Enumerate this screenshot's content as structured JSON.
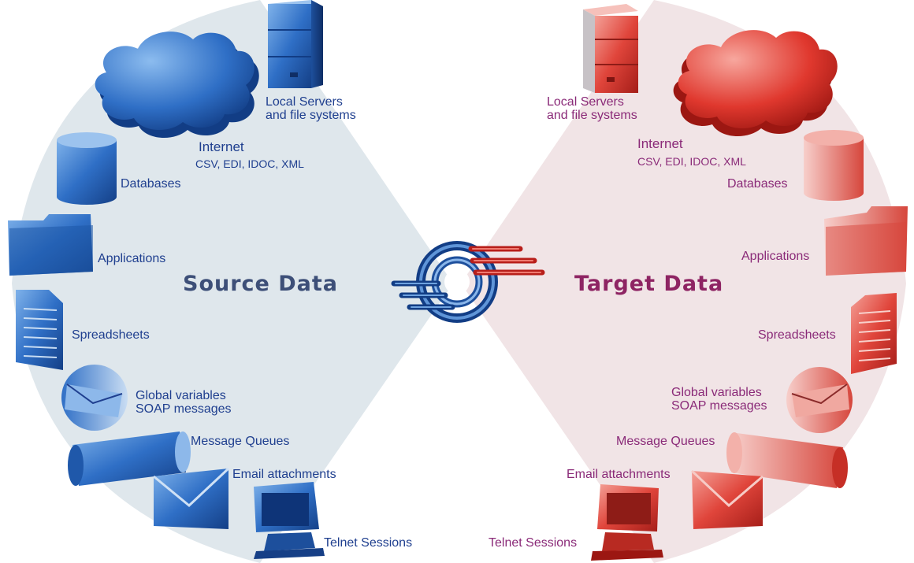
{
  "source": {
    "title": "Source Data",
    "items": {
      "local_servers": [
        "Local Servers",
        "and file systems"
      ],
      "internet": "Internet",
      "internet_formats": "CSV, EDI, IDOC, XML",
      "databases": "Databases",
      "applications": "Applications",
      "spreadsheets": "Spreadsheets",
      "global_variables": [
        "Global variables",
        "SOAP messages"
      ],
      "message_queues": "Message Queues",
      "email_attachments": "Email attachments",
      "telnet_sessions": "Telnet Sessions"
    }
  },
  "target": {
    "title": "Target Data",
    "items": {
      "local_servers": [
        "Local Servers",
        "and file systems"
      ],
      "internet": "Internet",
      "internet_formats": "CSV, EDI, IDOC, XML",
      "databases": "Databases",
      "applications": "Applications",
      "spreadsheets": "Spreadsheets",
      "global_variables": [
        "Global variables",
        "SOAP messages"
      ],
      "message_queues": "Message Queues",
      "email_attachments": "Email attachments",
      "telnet_sessions": "Telnet Sessions"
    }
  },
  "colors": {
    "source_text": "#1f3f8f",
    "target_text": "#8a2a78",
    "source_bg": "#dfe7ec",
    "target_bg": "#f1e4e6",
    "source_icon": "#2f6fc6",
    "target_icon": "#e0453b"
  },
  "icons": [
    "cloud-icon",
    "server-icon",
    "database-icon",
    "folder-icon",
    "spreadsheet-icon",
    "envelope-icon",
    "queue-icon",
    "monitor-icon",
    "data-flow-logo-icon"
  ]
}
